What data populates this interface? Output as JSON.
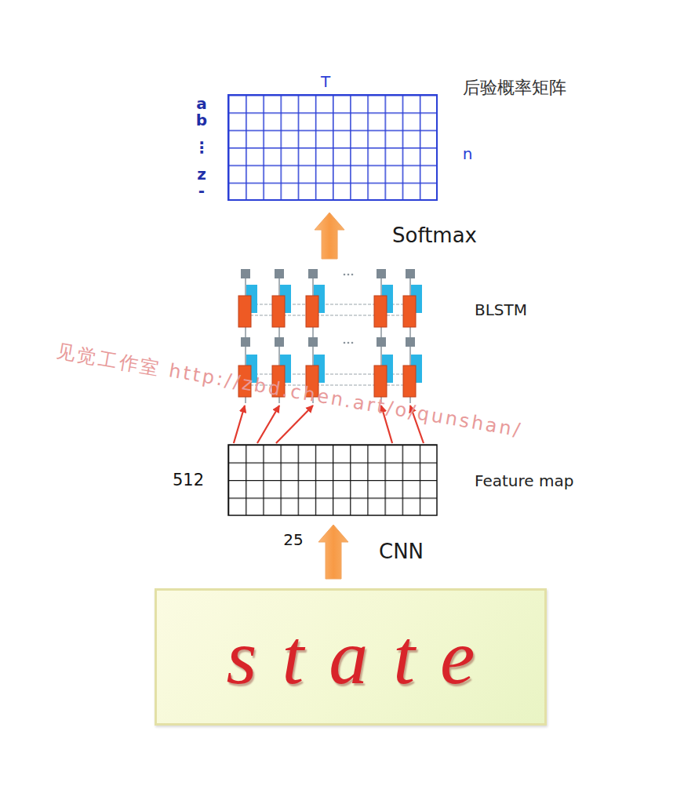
{
  "diagram": {
    "nodes": [
      {
        "text": [
          "后验概率矩阵"
        ]
      },
      {
        "text": [
          "BLSTM"
        ]
      },
      {
        "text": [
          "Feature map"
        ]
      },
      {
        "text": [
          "state"
        ]
      }
    ],
    "edges": [
      {
        "from": 3,
        "to": 2,
        "arrow": "to",
        "label": "CNN"
      },
      {
        "from": 2,
        "to": 1,
        "arrow": "to"
      },
      {
        "from": 1,
        "to": 0,
        "arrow": "to",
        "label": "Softmax"
      }
    ],
    "labels": [
      "T",
      "a",
      "b",
      "⋮",
      "z",
      "-",
      "n",
      "512",
      "25",
      "见觉工作室 http://zbd.chen.art/o/qunshan/"
    ]
  }
}
